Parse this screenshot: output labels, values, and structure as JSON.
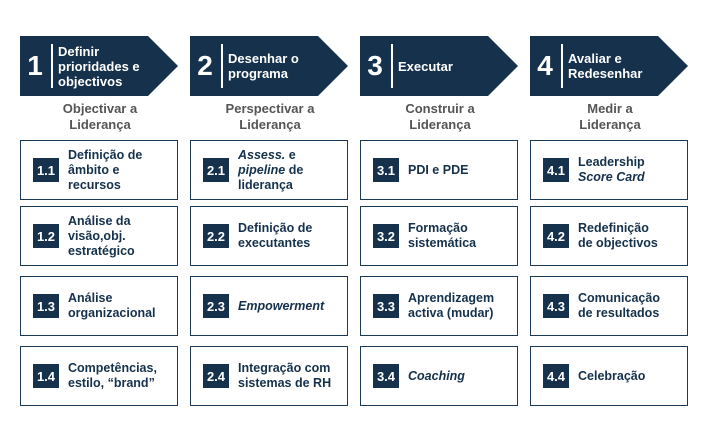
{
  "colors": {
    "header": "#15314b",
    "border": "#1b3a57",
    "subtitle": "#555555"
  },
  "columns": [
    {
      "num": "1",
      "title": "Definir\nprioridades e\nobjectivos",
      "subtitle": "Objectivar a\nLiderança",
      "items": [
        {
          "code": "1.1",
          "text": "Definição de\nâmbito e\nrecursos"
        },
        {
          "code": "1.2",
          "text": "Análise da\nvisão,obj.\nestratégico"
        },
        {
          "code": "1.3",
          "text": "Análise\norganizacional"
        },
        {
          "code": "1.4",
          "text": "Competências,\nestilo, “brand”"
        }
      ]
    },
    {
      "num": "2",
      "title": "Desenhar o\nprograma",
      "subtitle": "Perspectivar a\nLiderança",
      "items": [
        {
          "code": "2.1",
          "italic1": "Assess.",
          "text1": " e",
          "italic2": "pipeline",
          "text2": " de",
          "text3": "liderança"
        },
        {
          "code": "2.2",
          "text": "Definição de\nexecutantes"
        },
        {
          "code": "2.3",
          "italic": "Empowerment"
        },
        {
          "code": "2.4",
          "text": "Integração com\nsistemas de RH"
        }
      ]
    },
    {
      "num": "3",
      "title": "Executar",
      "subtitle": "Construir a\nLiderança",
      "items": [
        {
          "code": "3.1",
          "text": "PDI e PDE"
        },
        {
          "code": "3.2",
          "text": "Formação\nsistemática"
        },
        {
          "code": "3.3",
          "text": "Aprendizagem\nactiva (mudar)"
        },
        {
          "code": "3.4",
          "italic": "Coaching"
        }
      ]
    },
    {
      "num": "4",
      "title": "Avaliar e\nRedesenhar",
      "subtitle": "Medir a\nLiderança",
      "items": [
        {
          "code": "4.1",
          "text1": "Leadership",
          "italic1": "Score Card"
        },
        {
          "code": "4.2",
          "text": "Redefinição\nde objectivos"
        },
        {
          "code": "4.3",
          "text": "Comunicação\nde resultados"
        },
        {
          "code": "4.4",
          "text": "Celebração"
        }
      ]
    }
  ]
}
